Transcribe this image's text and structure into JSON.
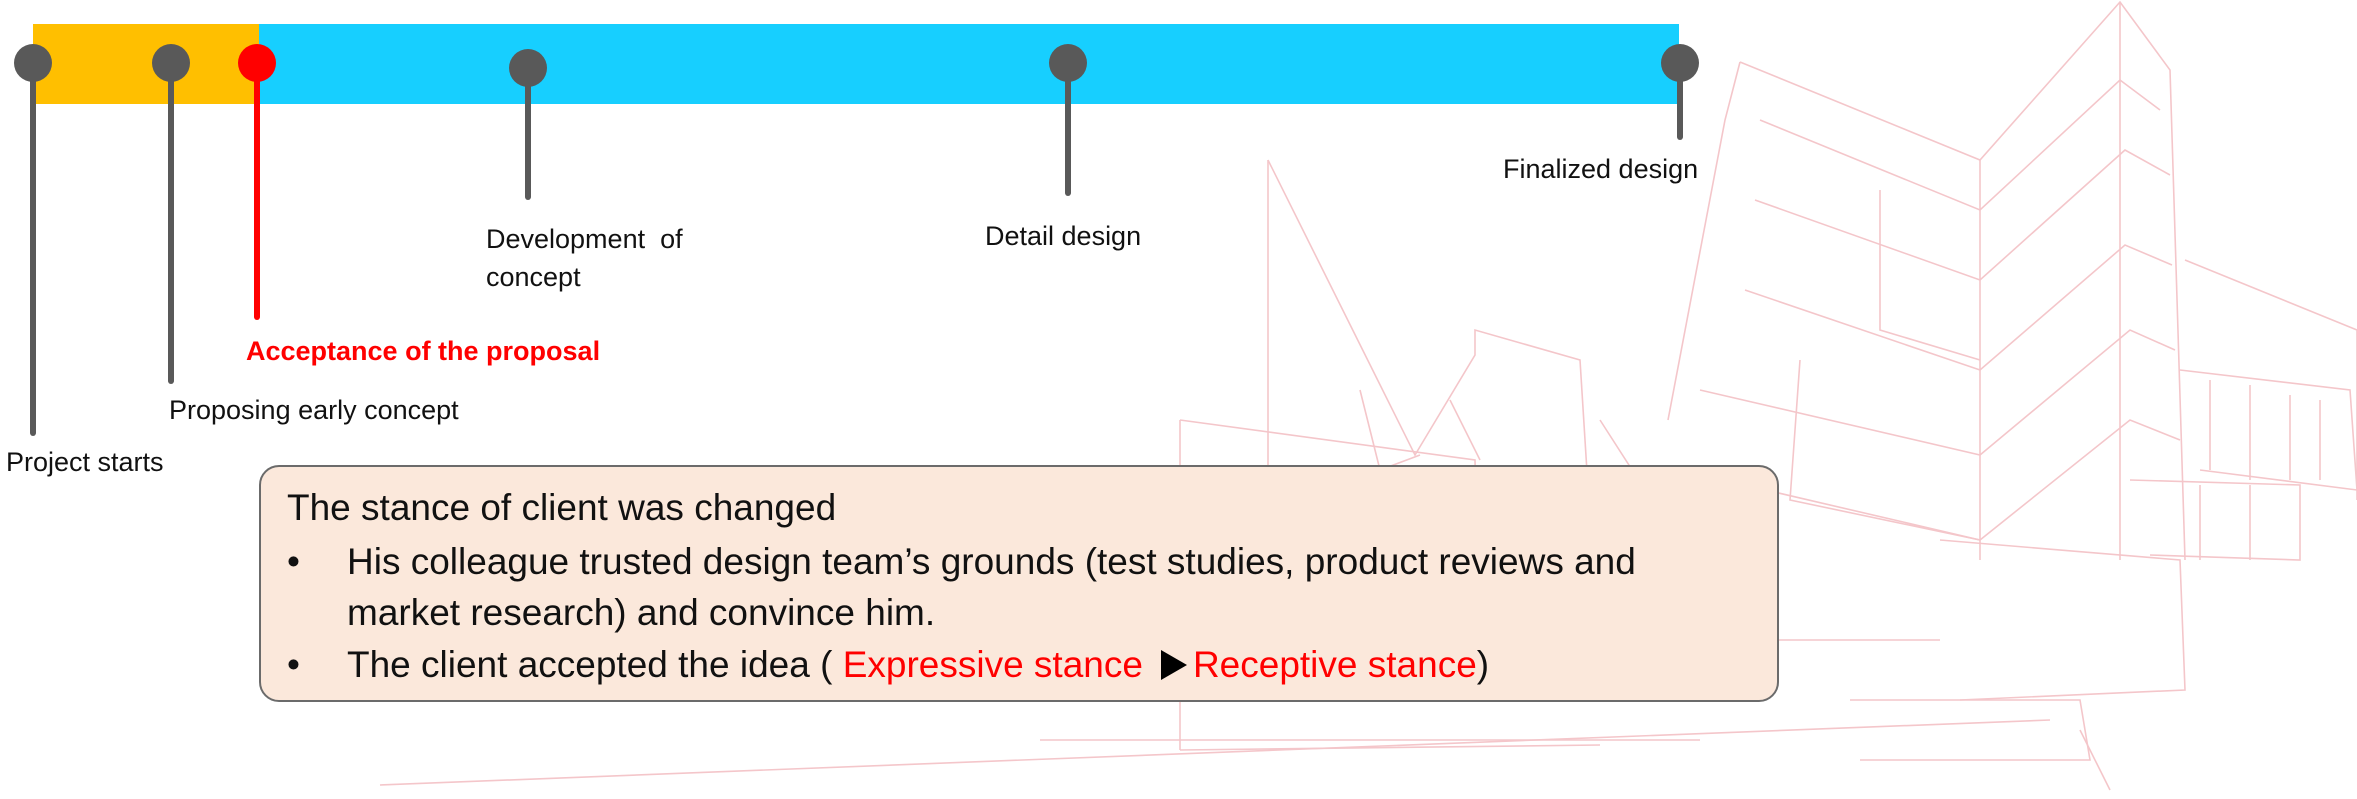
{
  "timeline": {
    "colors": {
      "early_phase": "#FFBF00",
      "later_phase": "#17CFFF",
      "milestone": "#595959",
      "highlight": "#FF0000"
    },
    "milestones": [
      {
        "label": "Project starts"
      },
      {
        "label": "Proposing early concept"
      },
      {
        "label": "Acceptance of the proposal",
        "highlighted": true
      },
      {
        "label_line1": "Development  of",
        "label_line2": "concept"
      },
      {
        "label": "Detail design"
      },
      {
        "label": "Finalized design"
      }
    ]
  },
  "callout": {
    "title": "The stance of client was changed",
    "bullet1": "His colleague trusted design team’s grounds (test studies, product reviews and market research) and convince him.",
    "bullet2_prefix": "The client accepted the idea ( ",
    "bullet2_from": "Expressive stance",
    "bullet2_arrow_icon": "right-triangle-icon",
    "bullet2_to": "Receptive stance",
    "bullet2_suffix": ")",
    "bullet_char": "•"
  }
}
